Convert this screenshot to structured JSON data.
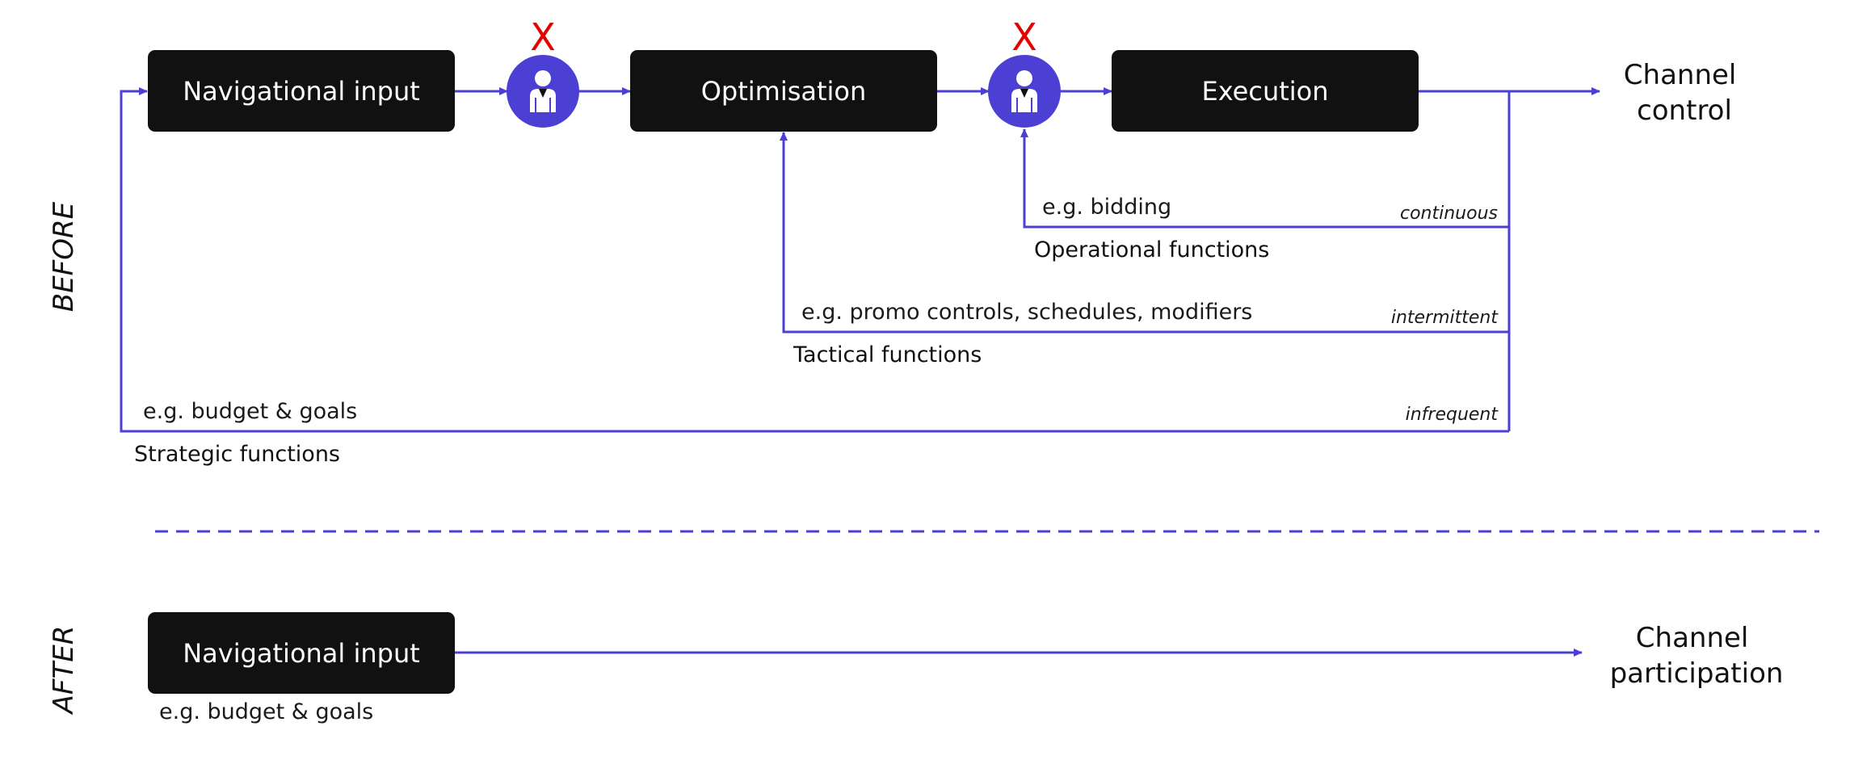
{
  "colors": {
    "accent": "#4b3fd4",
    "box": "#111111",
    "box_text": "#ffffff",
    "x_mark": "#e60000"
  },
  "before": {
    "side_label": "BEFORE",
    "boxes": {
      "navigational": "Navigational input",
      "optimisation": "Optimisation",
      "execution": "Execution"
    },
    "person_icons": [
      "person-icon",
      "person-icon"
    ],
    "x_marks": [
      "X",
      "X"
    ],
    "output_label": [
      "Channel",
      "control"
    ],
    "loops": {
      "operational": {
        "example": "e.g. bidding",
        "function": "Operational functions",
        "frequency": "continuous"
      },
      "tactical": {
        "example": "e.g. promo controls, schedules, modifiers",
        "function": "Tactical functions",
        "frequency": "intermittent"
      },
      "strategic": {
        "example": "e.g. budget & goals",
        "function": "Strategic functions",
        "frequency": "infrequent"
      }
    }
  },
  "after": {
    "side_label": "AFTER",
    "box": "Navigational input",
    "example": "e.g. budget & goals",
    "output_label": [
      "Channel",
      "participation"
    ]
  }
}
